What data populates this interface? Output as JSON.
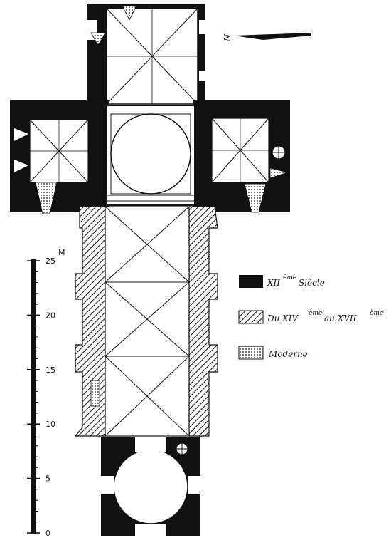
{
  "north_label": "N",
  "legend": {
    "items": [
      {
        "key": "romanesque",
        "prefix": "XII",
        "sup": "ème",
        "suffix": "Siècle",
        "pattern": "solid"
      },
      {
        "key": "gothic",
        "prefix": "Du XIV",
        "sup": "ème",
        "middle": "au XVII",
        "sup2": "ème",
        "pattern": "hatch"
      },
      {
        "key": "modern",
        "prefix": "Moderne",
        "pattern": "dots"
      }
    ]
  },
  "scale": {
    "unit": "M",
    "ticks": [
      "0",
      "5",
      "10",
      "15",
      "20",
      "25"
    ]
  }
}
